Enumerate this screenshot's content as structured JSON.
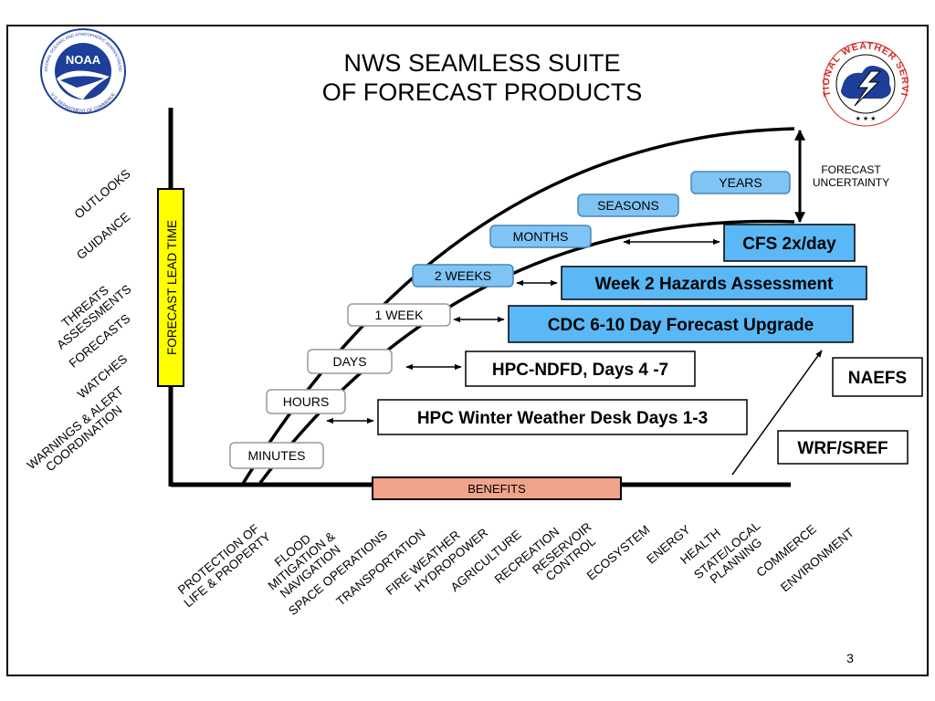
{
  "title": {
    "line1": "NWS SEAMLESS  SUITE",
    "line2": "OF FORECAST PRODUCTS"
  },
  "logos": {
    "left": {
      "text": "NOAA",
      "ring_top": "NATIONAL OCEANIC AND ATMOSPHERIC ADMINISTRATION",
      "ring_bottom": "U.S. DEPARTMENT OF COMMERCE"
    },
    "right": {
      "ring": "NATIONAL WEATHER SERVICE"
    }
  },
  "vertical_axis_label": "FORECAST LEAD TIME",
  "benefits_label": "BENEFITS",
  "forecast_uncertainty": {
    "line1": "FORECAST",
    "line2": "UNCERTAINTY"
  },
  "product_types": [
    {
      "lines": [
        "OUTLOOKS"
      ]
    },
    {
      "lines": [
        "GUIDANCE"
      ]
    },
    {
      "lines": [
        "THREATS",
        "ASSESSMENTS"
      ]
    },
    {
      "lines": [
        "FORECASTS"
      ]
    },
    {
      "lines": [
        "WATCHES"
      ]
    },
    {
      "lines": [
        "WARNINGS & ALERT",
        "COORDINATION"
      ]
    }
  ],
  "time_scales": [
    {
      "label": "MINUTES",
      "style": "white"
    },
    {
      "label": "HOURS",
      "style": "white"
    },
    {
      "label": "DAYS",
      "style": "white"
    },
    {
      "label": "1 WEEK",
      "style": "white"
    },
    {
      "label": "2 WEEKS",
      "style": "blue"
    },
    {
      "label": "MONTHS",
      "style": "blue"
    },
    {
      "label": "SEASONS",
      "style": "blue"
    },
    {
      "label": "YEARS",
      "style": "blue"
    }
  ],
  "products": [
    {
      "label": "HPC Winter Weather Desk Days 1-3",
      "style": "white"
    },
    {
      "label": "HPC-NDFD, Days 4 -7",
      "style": "white"
    },
    {
      "label": "CDC  6-10 Day Forecast Upgrade",
      "style": "blue"
    },
    {
      "label": "Week 2 Hazards Assessment",
      "style": "blue"
    },
    {
      "label": "CFS 2x/day",
      "style": "blue"
    }
  ],
  "models": [
    {
      "label": "NAEFS"
    },
    {
      "label": "WRF/SREF"
    }
  ],
  "benefit_sectors": [
    {
      "lines": [
        "PROTECTION OF",
        "LIFE & PROPERTY"
      ]
    },
    {
      "lines": [
        "FLOOD",
        "MITIGATION &",
        "NAVIGATION"
      ]
    },
    {
      "lines": [
        "SPACE OPERATIONS"
      ]
    },
    {
      "lines": [
        "TRANSPORTATION"
      ]
    },
    {
      "lines": [
        "FIRE WEATHER"
      ]
    },
    {
      "lines": [
        "HYDROPOWER"
      ]
    },
    {
      "lines": [
        "AGRICULTURE"
      ]
    },
    {
      "lines": [
        "RECREATION"
      ]
    },
    {
      "lines": [
        "RESERVOIR",
        "CONTROL"
      ]
    },
    {
      "lines": [
        "ECOSYSTEM"
      ]
    },
    {
      "lines": [
        "ENERGY"
      ]
    },
    {
      "lines": [
        "HEALTH"
      ]
    },
    {
      "lines": [
        "STATE/LOCAL",
        "PLANNING"
      ]
    },
    {
      "lines": [
        "COMMERCE"
      ]
    },
    {
      "lines": [
        "ENVIRONMENT"
      ]
    }
  ],
  "page_number": "3",
  "colors": {
    "light_blue": "#7fc4f4",
    "bright_blue": "#59b8f5",
    "yellow": "#ffff00",
    "salmon": "#f0a48a",
    "noaa_blue": "#1d3e99",
    "nws_red": "#d52a2a"
  }
}
